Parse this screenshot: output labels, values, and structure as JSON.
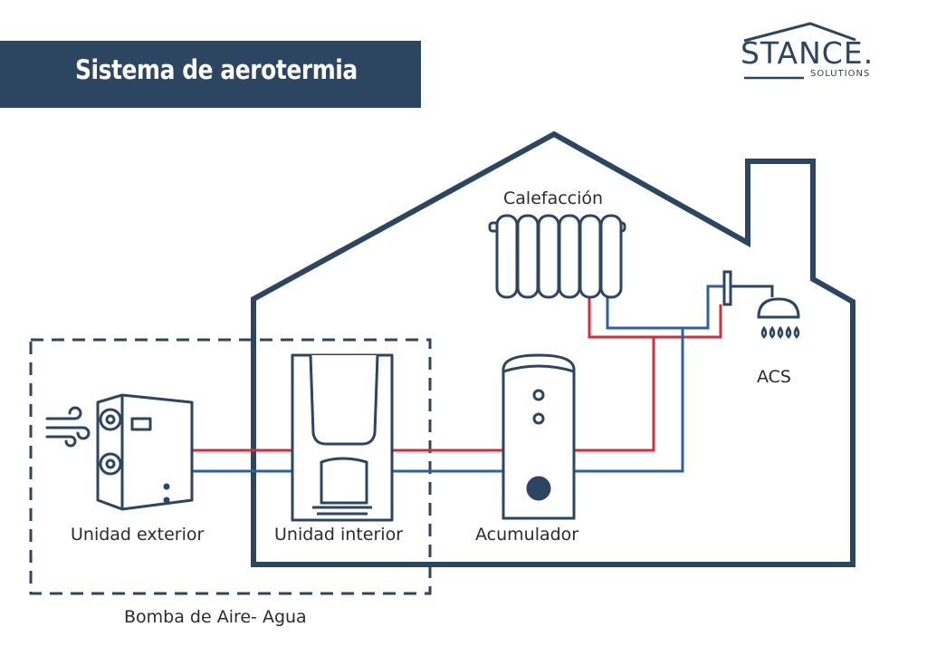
{
  "title": "Sistema de aerotermia",
  "logo": {
    "name": "STANCE.",
    "subtitle": "SOLUTIONS"
  },
  "labels": {
    "outdoor_unit": "Unidad exterior",
    "indoor_unit": "Unidad interior",
    "accumulator": "Acumulador",
    "heating": "Calefacción",
    "hot_water": "ACS",
    "pump_group": "Bomba de Aire- Agua"
  },
  "colors": {
    "navy": "#2c4560",
    "hot_pipe": "#d62b3a",
    "cold_pipe": "#2d5fa5"
  }
}
